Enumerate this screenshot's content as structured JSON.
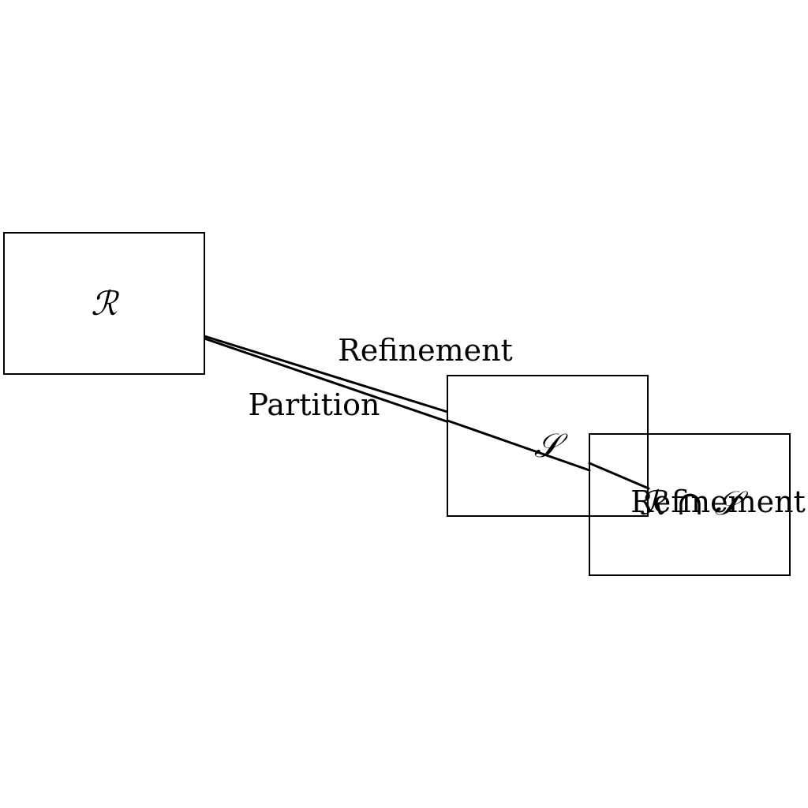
{
  "nodes": {
    "r": {
      "label": "ℛ"
    },
    "s": {
      "label": "𝒮"
    },
    "rs": {
      "label": "ℛ ∩ 𝒮"
    }
  },
  "edges": {
    "refinement_top": {
      "label": "Refinement"
    },
    "partition": {
      "label": "Partition"
    },
    "refinement_right": {
      "label": "Refinement"
    }
  },
  "colors": {
    "stroke": "#000000",
    "background": "#ffffff"
  }
}
